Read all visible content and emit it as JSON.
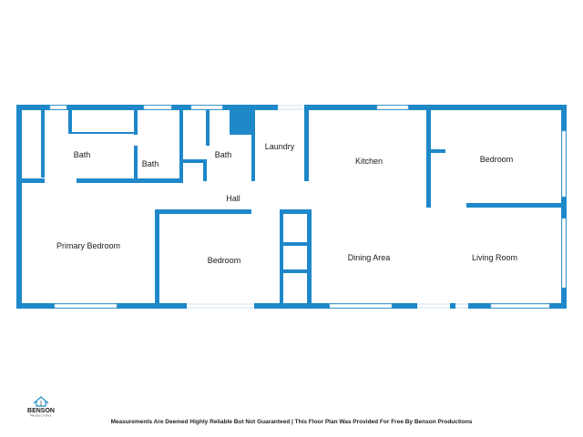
{
  "plan": {
    "wall_color": "#1e88c9",
    "rooms": {
      "bath_1": "Bath",
      "bath_2": "Bath",
      "bath_3": "Bath",
      "laundry": "Laundry",
      "kitchen": "Kitchen",
      "bedroom_ne": "Bedroom",
      "hall": "Hall",
      "primary_bedroom": "Primary Bedroom",
      "bedroom_center": "Bedroom",
      "dining_area": "Dining Area",
      "living_room": "Living Room"
    }
  },
  "footer": {
    "disclaimer": "Measurements Are Deemed Highly Reliable But Not Guaranteed | This Floor Plan Was Provided For Free By Benson Productions"
  },
  "logo": {
    "name": "BENSON",
    "tagline": "PRODUCTIONS",
    "icon": "house-logo-icon"
  }
}
